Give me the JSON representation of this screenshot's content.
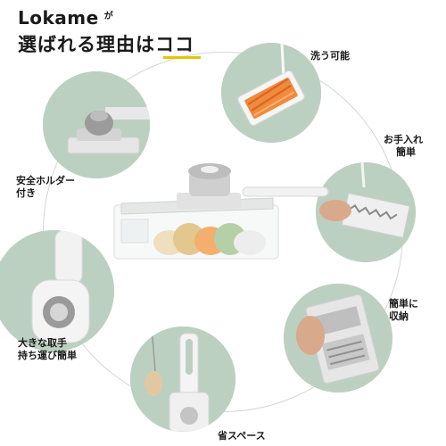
{
  "header": {
    "brand": "Lokame",
    "brand_suffix": "が",
    "headline": "選ばれる理由はココ"
  },
  "features": [
    {
      "id": "washable",
      "label": "洗う可能"
    },
    {
      "id": "easy-care",
      "label_line1": "お手入れ",
      "label_line2": "簡単"
    },
    {
      "id": "safety-holder",
      "label_line1": "安全ホルダー",
      "label_line2": "付き"
    },
    {
      "id": "easy-storage",
      "label_line1": "簡単に",
      "label_line2": "収納"
    },
    {
      "id": "large-handle",
      "label_line1": "大きな取手",
      "label_line2": "持ち運び簡単"
    },
    {
      "id": "space-saving",
      "label": "省スペース"
    }
  ],
  "colors": {
    "circle_bg": "#bcd0c1",
    "accent_underline": "#e2c600",
    "ring": "#d6d6d6"
  }
}
